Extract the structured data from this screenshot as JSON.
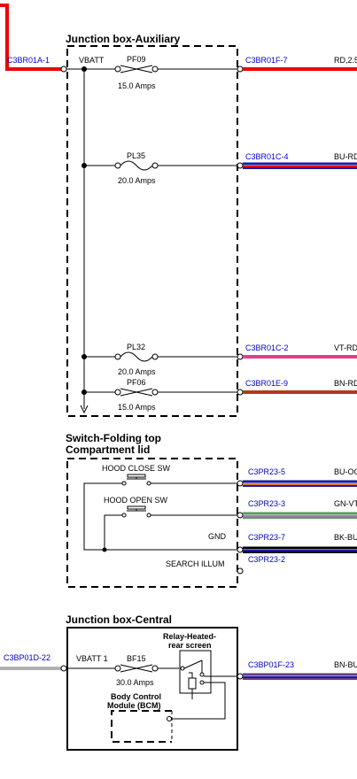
{
  "boxes": {
    "aux": {
      "title": "Junction box-Auxiliary",
      "vbatt": "VBATT",
      "left_connector": "C3BR01A-1",
      "fuses": [
        {
          "name": "PF09",
          "rating": "15.0 Amps",
          "connector": "C3BR01F-7",
          "wire": "RD,2.5"
        },
        {
          "name": "PL35",
          "rating": "20.0 Amps",
          "connector": "C3BR01C-4",
          "wire": "BU-RD"
        },
        {
          "name": "PL32",
          "rating": "20.0 Amps",
          "connector": "C3BR01C-2",
          "wire": "VT-RD"
        },
        {
          "name": "PF06",
          "rating": "15.0 Amps",
          "connector": "C3BR01E-9",
          "wire": "BN-RD"
        }
      ]
    },
    "switch": {
      "title_line1": "Switch-Folding top",
      "title_line2": "Compartment lid",
      "hood_close": "HOOD CLOSE SW",
      "hood_open": "HOOD OPEN SW",
      "gnd": "GND",
      "search_illum": "SEARCH ILLUM",
      "connectors": [
        {
          "pin": "C3PR23-5",
          "wire": "BU-OG"
        },
        {
          "pin": "C3PR23-3",
          "wire": "GN-VT"
        },
        {
          "pin": "C3PR23-7",
          "wire": "BK-BU"
        },
        {
          "pin": "C3PR23-2",
          "wire": ""
        }
      ]
    },
    "central": {
      "title": "Junction box-Central",
      "left_connector": "C3BP01D-22",
      "vbatt": "VBATT 1",
      "fuse_name": "BF15",
      "fuse_rating": "30.0 Amps",
      "relay_line1": "Relay-Heated-",
      "relay_line2": "rear screen",
      "bcm_line1": "Body Control",
      "bcm_line2": "Module (BCM)",
      "right_connector": "C3BP01F-23",
      "wire": "BN-BU"
    }
  },
  "colors": {
    "red": "#ee0000",
    "blue": "#1a1aa0",
    "pink": "#e0408c",
    "brown": "#b33a1a",
    "green": "#5a9a5a",
    "navy": "#000066",
    "grey": "#b0b0b0",
    "purple": "#6a3a8a"
  }
}
